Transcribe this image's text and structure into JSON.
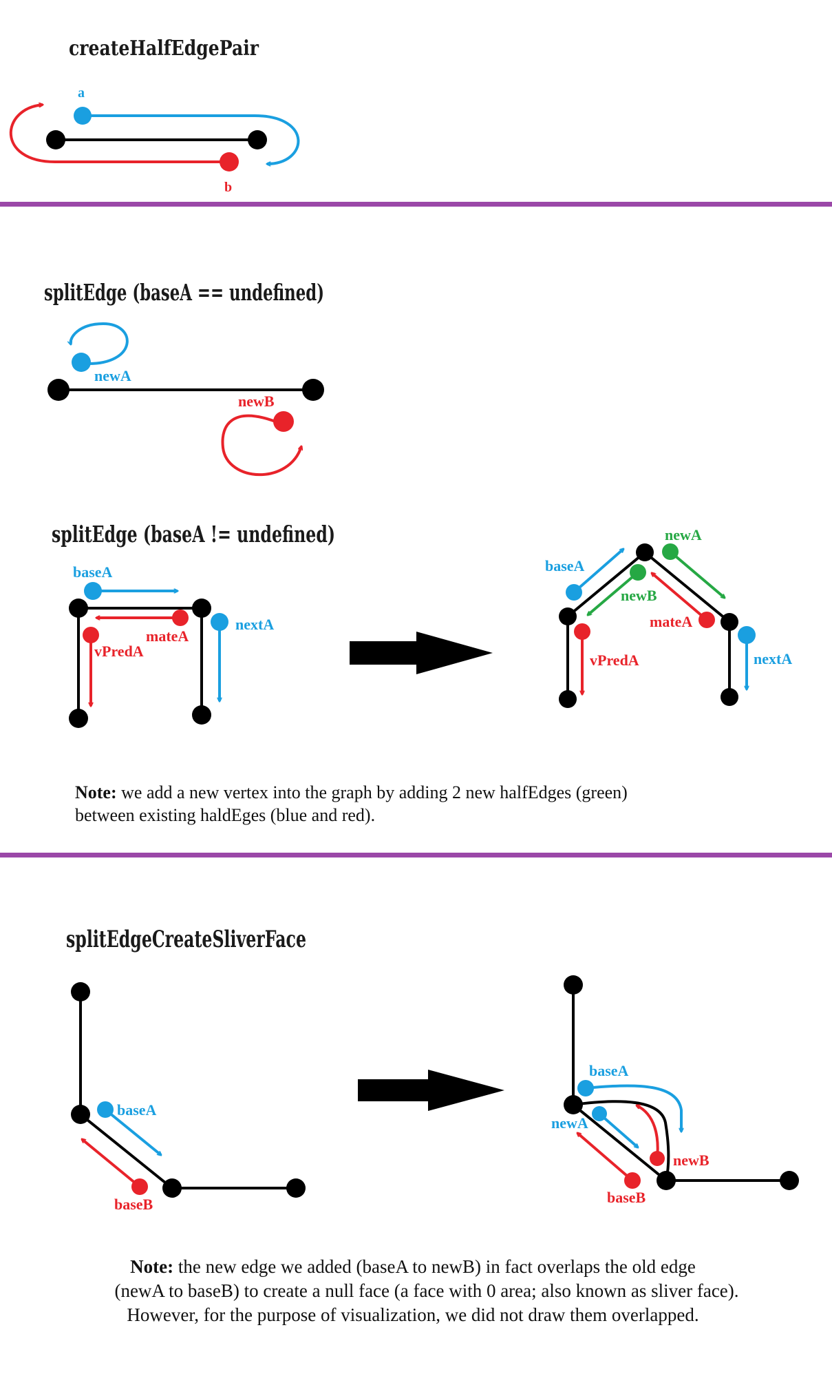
{
  "colors": {
    "blue": "#1a9fe0",
    "red": "#e8232a",
    "green": "#26a844",
    "black": "#000000",
    "divider": "#9b48a8"
  },
  "section1": {
    "title": "createHalfEdgePair",
    "label_a": "a",
    "label_b": "b"
  },
  "section2": {
    "title": "splitEdge (baseA == undefined)",
    "label_newA": "newA",
    "label_newB": "newB"
  },
  "section3": {
    "title": "splitEdge  (baseA != undefined)",
    "before": {
      "label_baseA": "baseA",
      "label_mateA": "mateA",
      "label_vPredA": "vPredA",
      "label_nextA": "nextA"
    },
    "after": {
      "label_baseA": "baseA",
      "label_newA": "newA",
      "label_newB": "newB",
      "label_mateA": "mateA",
      "label_vPredA": "vPredA",
      "label_nextA": "nextA"
    },
    "note": {
      "bold": "Note:",
      "line1": " we add a new vertex into the graph by adding 2 new halfEdges (green)",
      "line2": "between existing haldEges (blue and red)."
    }
  },
  "section4": {
    "title": "splitEdgeCreateSliverFace",
    "before": {
      "label_baseA": "baseA",
      "label_baseB": "baseB"
    },
    "after": {
      "label_baseA": "baseA",
      "label_newA": "newA",
      "label_newB": "newB",
      "label_baseB": "baseB"
    },
    "note": {
      "bold": "Note:",
      "line1": " the new edge we added (baseA to newB) in fact overlaps the old edge",
      "line2": "(newA to baseB) to create a null face (a face with 0 area; also known as sliver face).",
      "line3": "However, for the purpose of visualization, we did not draw them overlapped."
    }
  }
}
